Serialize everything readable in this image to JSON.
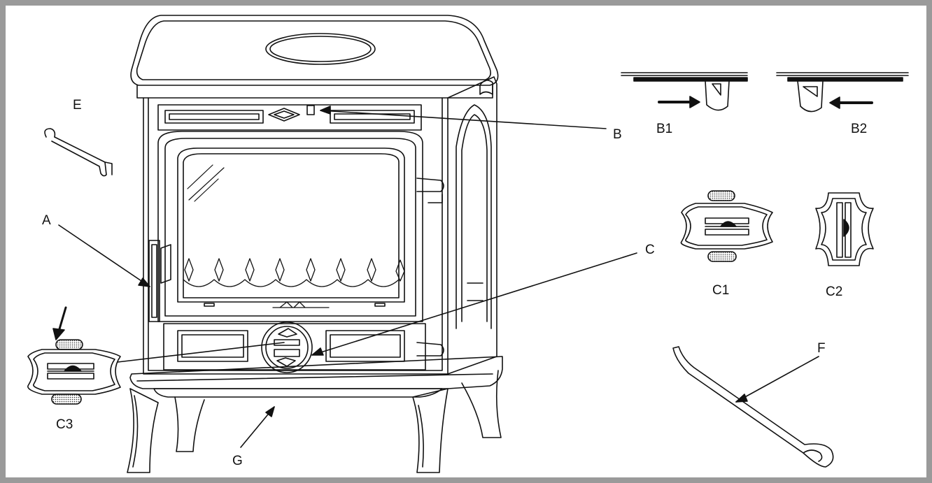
{
  "labels": {
    "a": "A",
    "b": "B",
    "b1": "B1",
    "b2": "B2",
    "c": "C",
    "c1": "C1",
    "c2": "C2",
    "c3": "C3",
    "e": "E",
    "f": "F",
    "g": "G"
  }
}
